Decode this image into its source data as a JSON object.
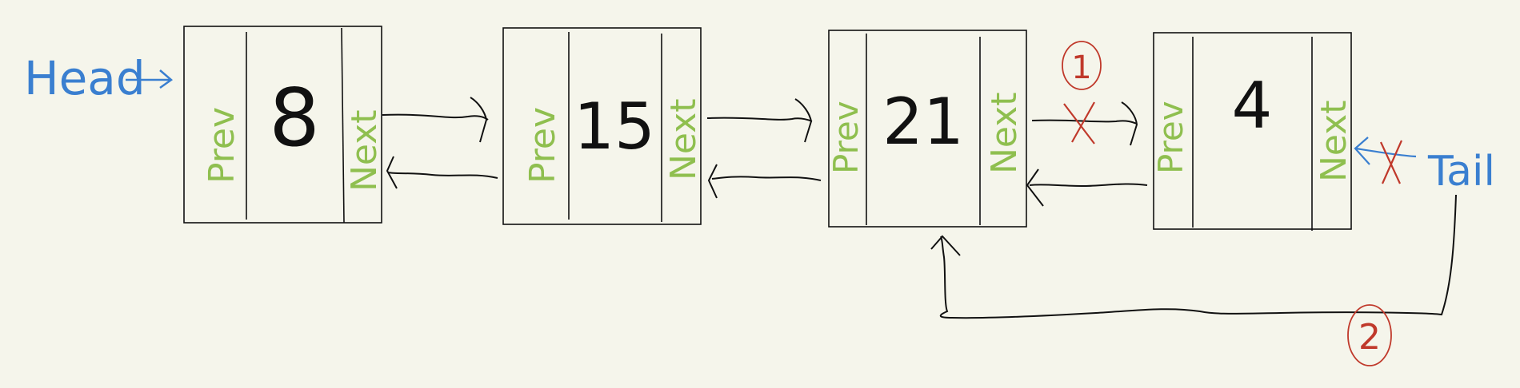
{
  "colors": {
    "background": "#f5f5eb",
    "ink": "#111111",
    "field_label": "#8fbf4f",
    "pointer_label": "#3a7fd0",
    "annotation": "#c0392b"
  },
  "labels": {
    "head": "Head",
    "tail": "Tail",
    "prev": "Prev",
    "next": "Next"
  },
  "nodes": [
    {
      "value": "8"
    },
    {
      "value": "15"
    },
    {
      "value": "21"
    },
    {
      "value": "4"
    }
  ],
  "annotations": {
    "step_1": "1",
    "step_2": "2"
  },
  "icons": [
    "arrow-icon",
    "cross-out-icon",
    "circled-number-icon"
  ]
}
